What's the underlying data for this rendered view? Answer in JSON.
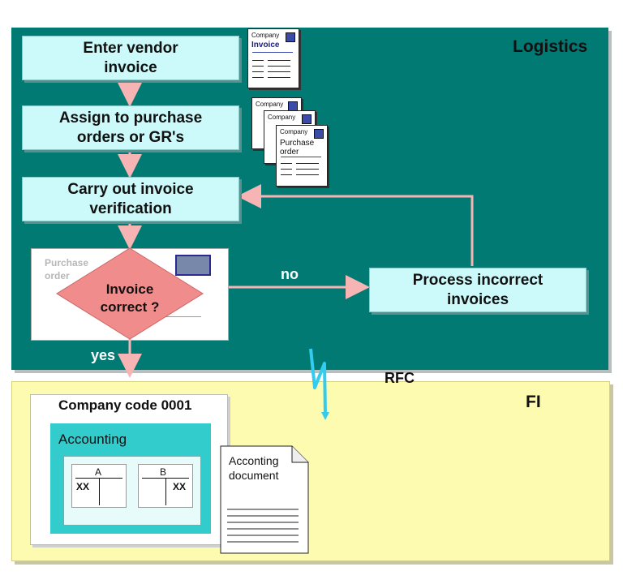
{
  "logistics": {
    "title": "Logistics"
  },
  "fi": {
    "title": "FI"
  },
  "steps": [
    {
      "label": "Enter vendor\ninvoice"
    },
    {
      "label": "Assign to purchase\norders or GR's"
    },
    {
      "label": "Carry out invoice\nverification"
    }
  ],
  "decision": {
    "label": "Invoice\ncorrect ?",
    "no_label": "no",
    "yes_label": "yes"
  },
  "process_incorrect": {
    "label": "Process incorrect\ninvoices"
  },
  "invoice_doc": {
    "company": "Company",
    "title": "Invoice"
  },
  "po_docs": {
    "company": "Company",
    "title_line1": "Purchase",
    "title_line2": "order"
  },
  "purchase_order_card": {
    "text": "Purchase\norder"
  },
  "rfc_label": "RFC",
  "company_code": {
    "title": "Company code 0001",
    "accounting": {
      "title": "Accounting"
    },
    "accounts": [
      {
        "letter": "A",
        "entry": "XX"
      },
      {
        "letter": "B",
        "entry": "XX"
      }
    ]
  },
  "accounting_document": {
    "label": "Acconting\ndocument"
  },
  "colors": {
    "logistics_bg": "#007a73",
    "fi_bg": "#fdfbb0",
    "step_bg": "#ccfafa",
    "decision_fill": "#f08c8c",
    "arrow": "#f6b4b4",
    "rfc_bolt": "#33ccee"
  }
}
